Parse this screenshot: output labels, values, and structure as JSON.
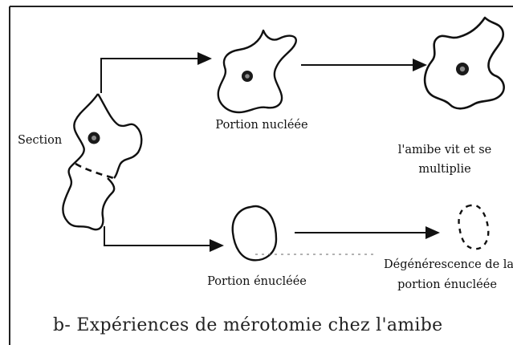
{
  "diagram": {
    "labels": {
      "section": "Section",
      "portion_nucleee": "Portion nucléée",
      "amibe_vit_line1": "l'amibe vit et se",
      "amibe_vit_line2": "multiplie",
      "portion_enucleee": "Portion énucléée",
      "degenerescence_line1": "Dégénérescence de la",
      "degenerescence_line2": "portion énucléée"
    },
    "caption": "b- Expériences de mérotomie chez l'amibe"
  },
  "colors": {
    "ink": "#111111",
    "nucleus_outer": "#1a1a1a",
    "nucleus_inner": "#8a8a8a",
    "background": "#ffffff"
  },
  "icons": [
    "arrow-right-icon",
    "amoeba-cell-icon",
    "nucleus-icon"
  ]
}
